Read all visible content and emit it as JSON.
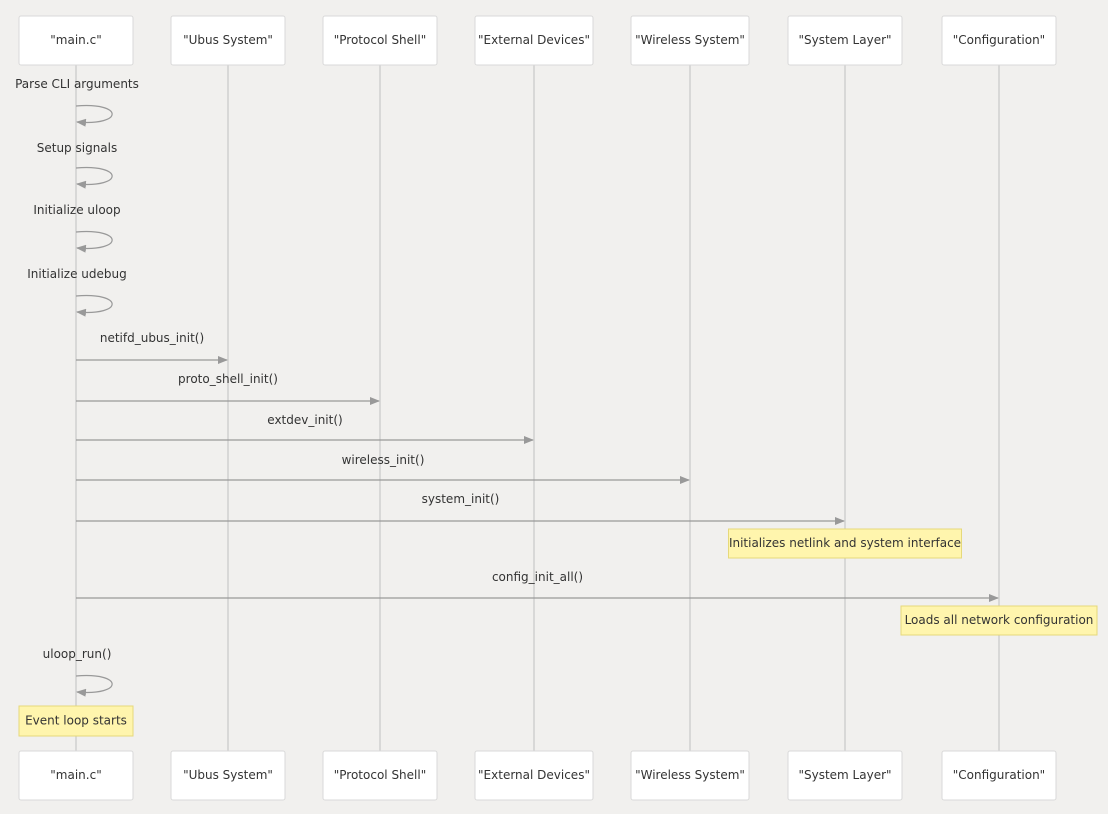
{
  "participants": [
    "\"main.c\"",
    "\"Ubus System\"",
    "\"Protocol Shell\"",
    "\"External Devices\"",
    "\"Wireless System\"",
    "\"System Layer\"",
    "\"Configuration\""
  ],
  "messages": [
    {
      "from": 0,
      "to": 0,
      "label": "Parse CLI arguments"
    },
    {
      "from": 0,
      "to": 0,
      "label": "Setup signals"
    },
    {
      "from": 0,
      "to": 0,
      "label": "Initialize uloop"
    },
    {
      "from": 0,
      "to": 0,
      "label": "Initialize udebug"
    },
    {
      "from": 0,
      "to": 1,
      "label": "netifd_ubus_init()"
    },
    {
      "from": 0,
      "to": 2,
      "label": "proto_shell_init()"
    },
    {
      "from": 0,
      "to": 3,
      "label": "extdev_init()"
    },
    {
      "from": 0,
      "to": 4,
      "label": "wireless_init()"
    },
    {
      "from": 0,
      "to": 5,
      "label": "system_init()"
    },
    {
      "from": 0,
      "to": 6,
      "label": "config_init_all()"
    },
    {
      "from": 0,
      "to": 0,
      "label": "uloop_run()"
    }
  ],
  "notes": [
    {
      "over": 5,
      "after_message": 8,
      "text": "Initializes netlink and system interface"
    },
    {
      "over": 6,
      "after_message": 9,
      "text": "Loads all network configuration"
    },
    {
      "over": 0,
      "after_message": 10,
      "text": "Event loop starts"
    }
  ]
}
